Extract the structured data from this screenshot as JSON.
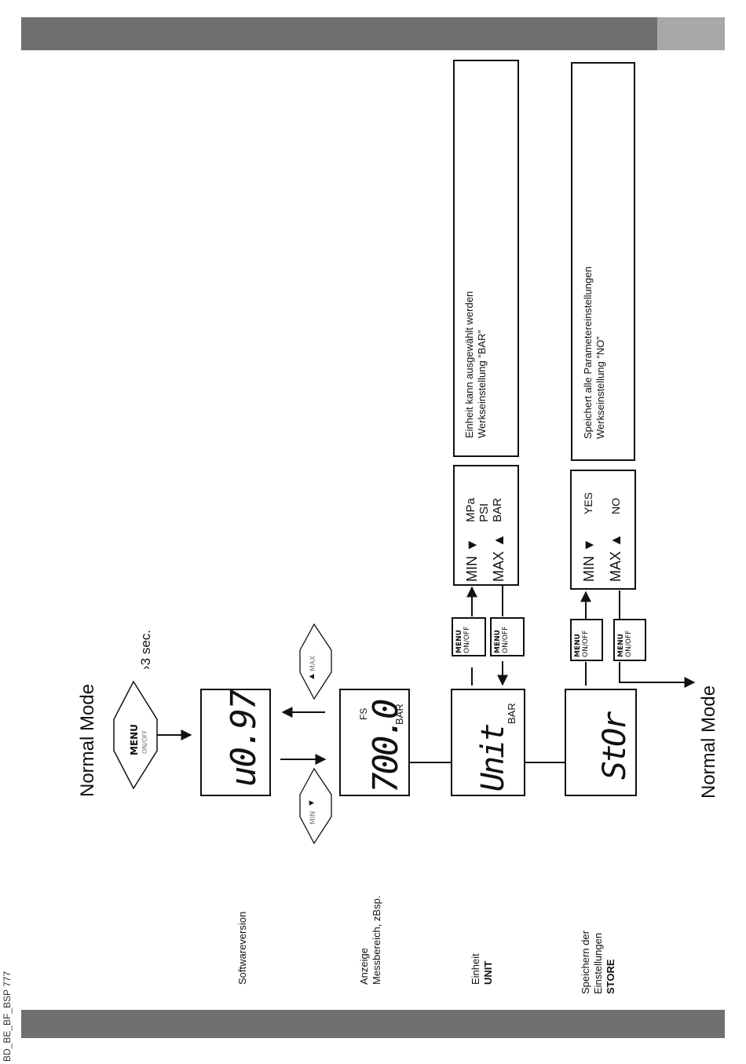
{
  "doc_id": "BD_BE_BF_BSP 777",
  "normal_mode_top": "Normal Mode",
  "normal_mode_bottom": "Normal Mode",
  "hold_time": "›3 sec.",
  "buttons": {
    "menu": "MENU",
    "onoff": "ON/OFF",
    "min": "MIN",
    "max": "MAX"
  },
  "rows": {
    "software": {
      "label": "Softwareversion",
      "display": "u0.97"
    },
    "range": {
      "label1": "Anzeige",
      "label2": "Messbereich, zBsp.",
      "display": "700.0",
      "fs": "FS",
      "unit": "BAR"
    },
    "unit": {
      "label1": "Einheit",
      "label2": "UNIT",
      "display": "Unit",
      "unit": "BAR",
      "min_label": "MIN ▼",
      "max_label": "MAX ▲",
      "opt1": "MPa",
      "opt2": "PSI",
      "opt3": "BAR",
      "note1": "Einheit kann ausgewählt werden",
      "note2": "Werkseinstellung “BAR”"
    },
    "store": {
      "label1": "Speichern der",
      "label2": "Einstellungen",
      "label3": "STORE",
      "display": "StOr",
      "min_label": "MIN ▼",
      "max_label": "MAX ▲",
      "opt_yes": "YES",
      "opt_no": "NO",
      "note1": "Speichert alle Parametereinstellungen",
      "note2": "Werkseinstellung “NO”"
    }
  }
}
